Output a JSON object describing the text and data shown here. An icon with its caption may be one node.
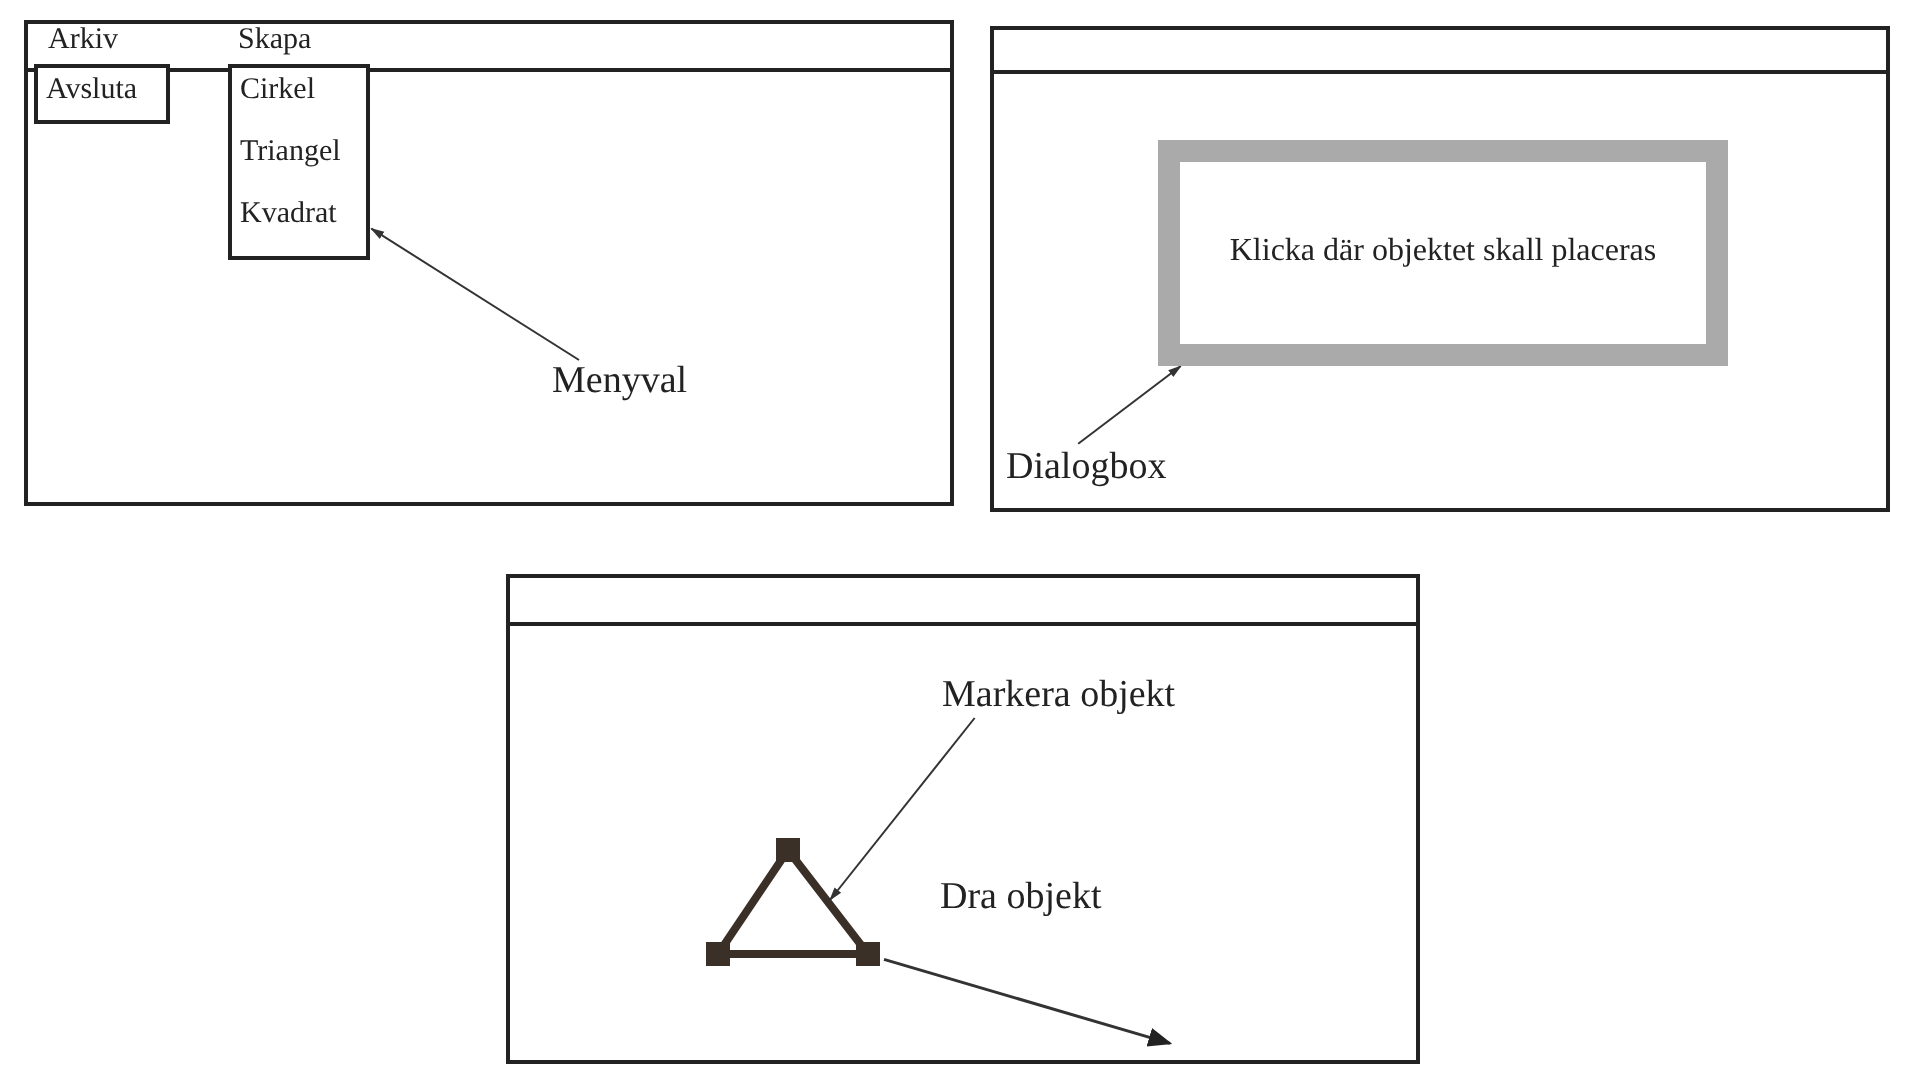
{
  "diagram": {
    "nodes": [
      {
        "text": [],
        "shape": "box"
      },
      {
        "text": [
          "Arkiv",
          "Skapa"
        ],
        "in": 0
      },
      {
        "text": [
          "Avsluta"
        ],
        "in": 0
      },
      {
        "text": [
          "Cirkel",
          "Triangel",
          "Kvadrat"
        ],
        "in": 0
      },
      {
        "text": [
          "Menyval"
        ],
        "in": 0
      },
      {
        "text": [],
        "shape": "box"
      },
      {
        "text": [
          "Klicka där objektet skall placeras"
        ],
        "in": 5
      },
      {
        "text": [
          "Dialogbox"
        ],
        "in": 5
      },
      {
        "text": [],
        "shape": "box"
      },
      {
        "text": [],
        "shape": "triangle",
        "in": 8
      },
      {
        "text": [
          "Markera objekt"
        ],
        "in": 8
      }
    ],
    "edges": [
      {
        "from": 4,
        "to": 3,
        "arrow": "to"
      },
      {
        "from": 7,
        "to": 6,
        "arrow": "to"
      },
      {
        "from": 10,
        "to": 9,
        "arrow": "to"
      },
      {
        "from": 9,
        "to": null,
        "arrow": "to",
        "label": "Dra objekt"
      }
    ]
  }
}
